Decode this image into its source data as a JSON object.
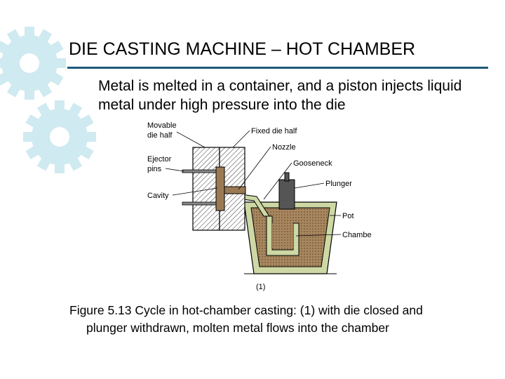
{
  "slide": {
    "title": "DIE CASTING MACHINE – HOT CHAMBER",
    "bullet": "Metal is melted in a container, and a piston injects liquid metal under high pressure into the die",
    "caption_line1": "Figure 5.13  Cycle in hot‑chamber casting: (1) with die closed and",
    "caption_line2": "plunger withdrawn, molten metal flows into the chamber"
  },
  "diagram": {
    "labels": {
      "movable_1": "Movable",
      "movable_2": "die half",
      "ejector_1": "Ejector",
      "ejector_2": "pins",
      "cavity": "Cavity",
      "fixed": "Fixed die half",
      "nozzle": "Nozzle",
      "gooseneck": "Gooseneck",
      "plunger": "Plunger",
      "pot": "Pot",
      "chamber": "Chamber",
      "step": "(1)"
    }
  },
  "colors": {
    "gear": "#cfeaf0",
    "gear_edge": "#9fd0dc",
    "rule": "#1f5a7a",
    "metal": "#9a7a55",
    "pot_fill": "#cdd8a4"
  },
  "icons": [
    "gear-icon"
  ]
}
